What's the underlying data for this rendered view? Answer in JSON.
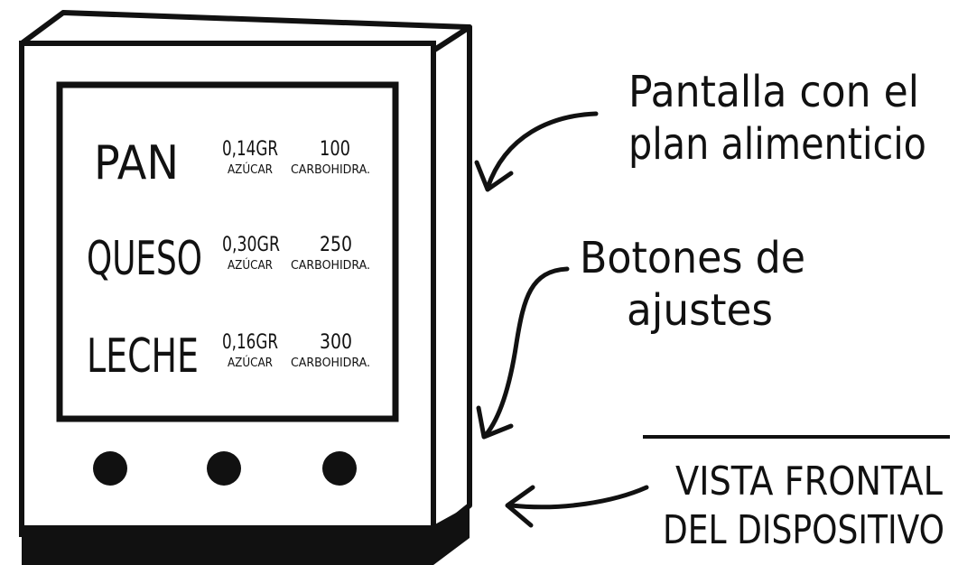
{
  "device": {
    "screen_rows": [
      {
        "food": "PAN",
        "sugar": "0,14GR",
        "sugar_label": "AZÚCAR",
        "carbs": "100",
        "carbs_label": "CARBOHIDRA."
      },
      {
        "food": "QUESO",
        "sugar": "0,30GR",
        "sugar_label": "AZÚCAR",
        "carbs": "250",
        "carbs_label": "CARBOHIDRA."
      },
      {
        "food": "LECHE",
        "sugar": "0,16GR",
        "sugar_label": "AZÚCAR",
        "carbs": "300",
        "carbs_label": "CARBOHIDRA."
      }
    ],
    "button_count": 3,
    "ink_color": "#111111"
  },
  "annotations": {
    "screen_label": [
      "Pantalla con el",
      "plan alimenticio"
    ],
    "buttons_label": [
      "Botones de",
      "ajustes"
    ],
    "view_label": [
      "VISTA FRONTAL",
      "DEL DISPOSITIVO"
    ]
  }
}
